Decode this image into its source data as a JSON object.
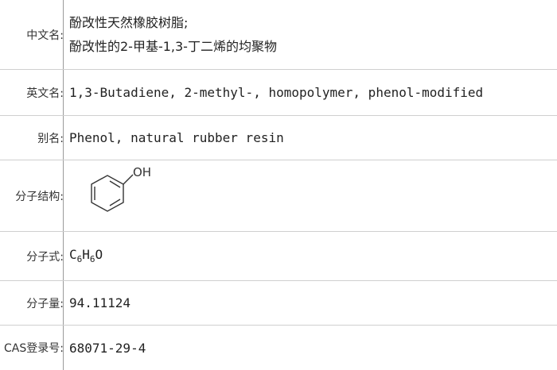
{
  "rows": {
    "chinese_name": {
      "label": "中文名:",
      "lines": [
        "酚改性天然橡胶树脂;",
        "酚改性的2-甲基-1,3-丁二烯的均聚物"
      ]
    },
    "english_name": {
      "label": "英文名:",
      "value": "1,3-Butadiene, 2-methyl-, homopolymer, phenol-modified"
    },
    "alias": {
      "label": "别名:",
      "value": "Phenol, natural rubber resin"
    },
    "structure": {
      "label": "分子结构:",
      "oh_label": "OH"
    },
    "formula": {
      "label": "分子式:",
      "c": "C",
      "c_count": "6",
      "h": "H",
      "h_count": "6",
      "o": "O"
    },
    "weight": {
      "label": "分子量:",
      "value": "94.11124"
    },
    "cas": {
      "label": "CAS登录号:",
      "value": "68071-29-4"
    }
  },
  "colors": {
    "divider": "#9a9a9a",
    "row_border": "#cfcfcf",
    "text": "#222222"
  }
}
